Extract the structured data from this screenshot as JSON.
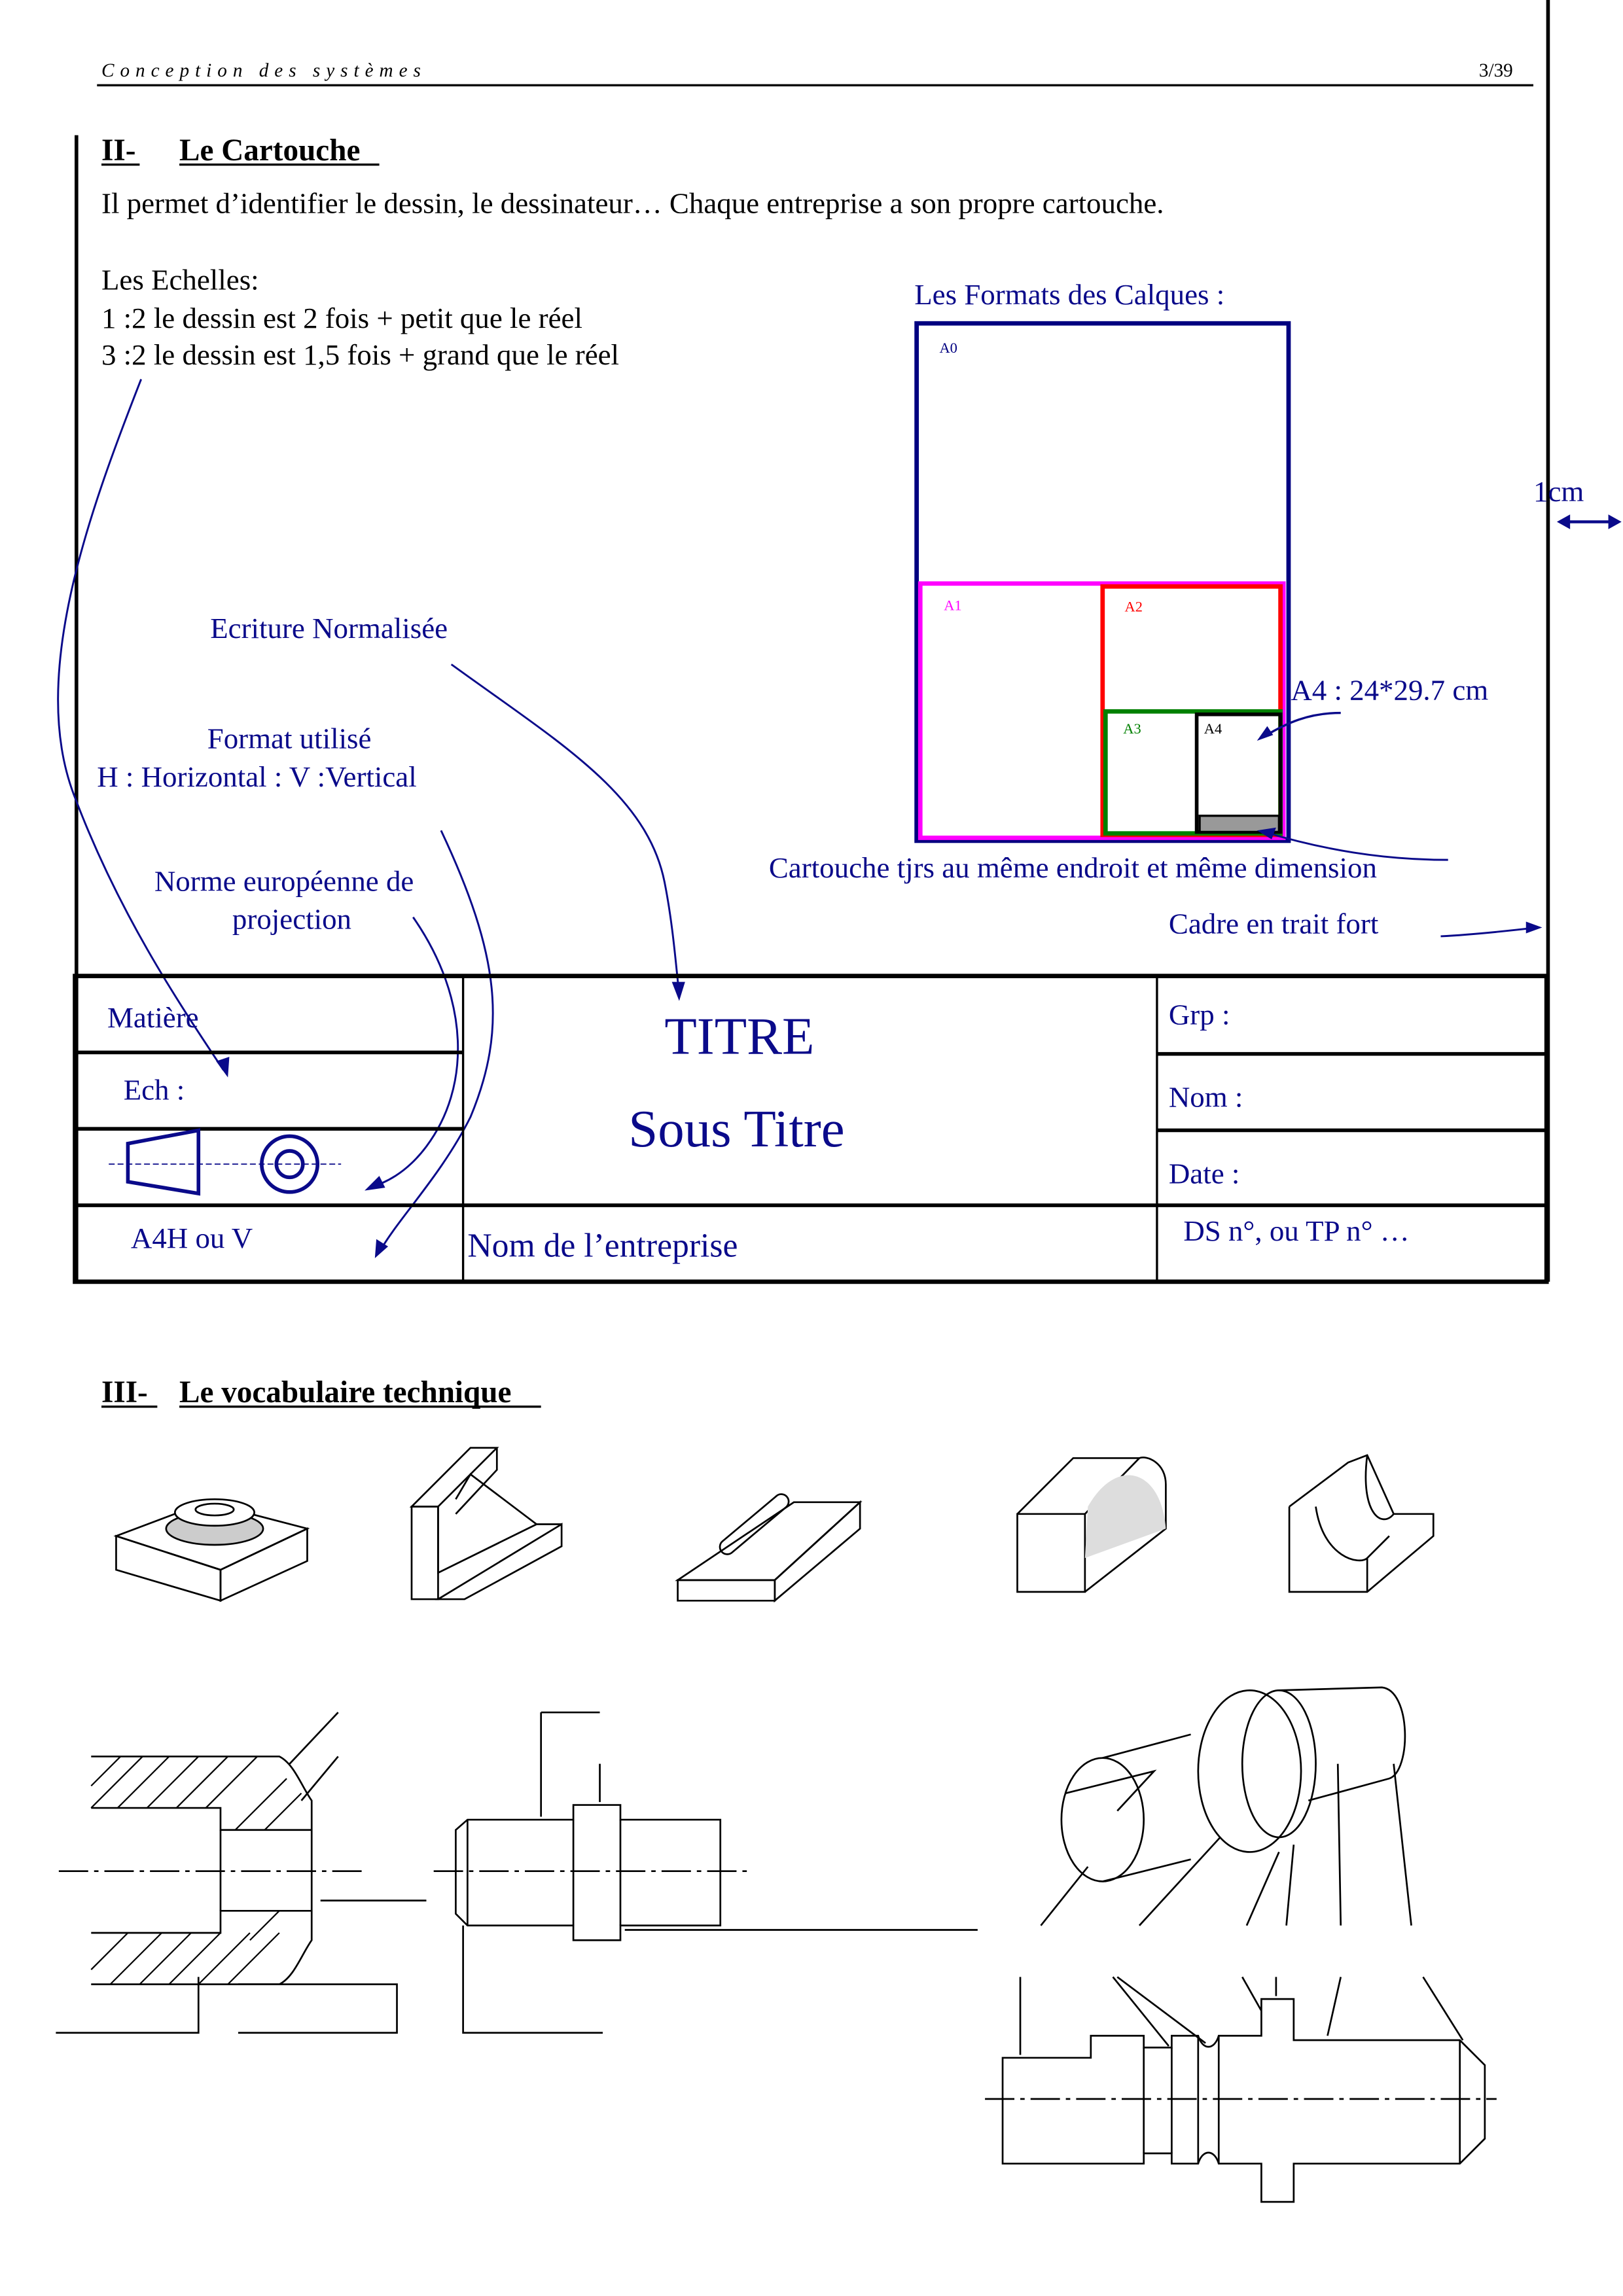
{
  "header": {
    "title": "Conception des systèmes",
    "page": "3/39"
  },
  "section2": {
    "number": "II-",
    "title": "Le Cartouche",
    "intro": "Il permet d’identifier le dessin, le dessinateur… Chaque entreprise a son propre cartouche.",
    "scales_label": "Les Echelles:",
    "scale_1": "1 :2 le dessin est 2 fois + petit que le réel",
    "scale_2": "3 :2 le dessin est 1,5 fois + grand que le réel"
  },
  "formats": {
    "title": "Les Formats des Calques :",
    "labels": [
      "A0",
      "A1",
      "A2",
      "A3",
      "A4"
    ],
    "a4_note": "A4 : 24*29.7 cm",
    "margin_note": "1cm",
    "colors": {
      "A0": "#000080",
      "A1": "#ff00ff",
      "A2": "#ff0000",
      "A3": "#008000",
      "A4": "#000000"
    }
  },
  "annotations": {
    "ecriture": "Ecriture Normalisée",
    "format_used": "Format utilisé",
    "orientation": "H : Horizontal : V :Vertical",
    "norme_1": "Norme européenne de",
    "norme_2": "projection",
    "cartouche_note": "Cartouche tjrs au même endroit et même dimension",
    "cadre": "Cadre en trait fort"
  },
  "title_block": {
    "matiere": "Matière",
    "ech": "Ech :",
    "format": "A4H ou V",
    "titre": "TITRE",
    "sous_titre": "Sous Titre",
    "entreprise": "Nom de l’entreprise",
    "grp": "Grp :",
    "nom": "Nom :",
    "date": "Date :",
    "ds": "DS n°, ou TP n° …"
  },
  "section3": {
    "number": "III-",
    "title": "Le vocabulaire technique"
  }
}
